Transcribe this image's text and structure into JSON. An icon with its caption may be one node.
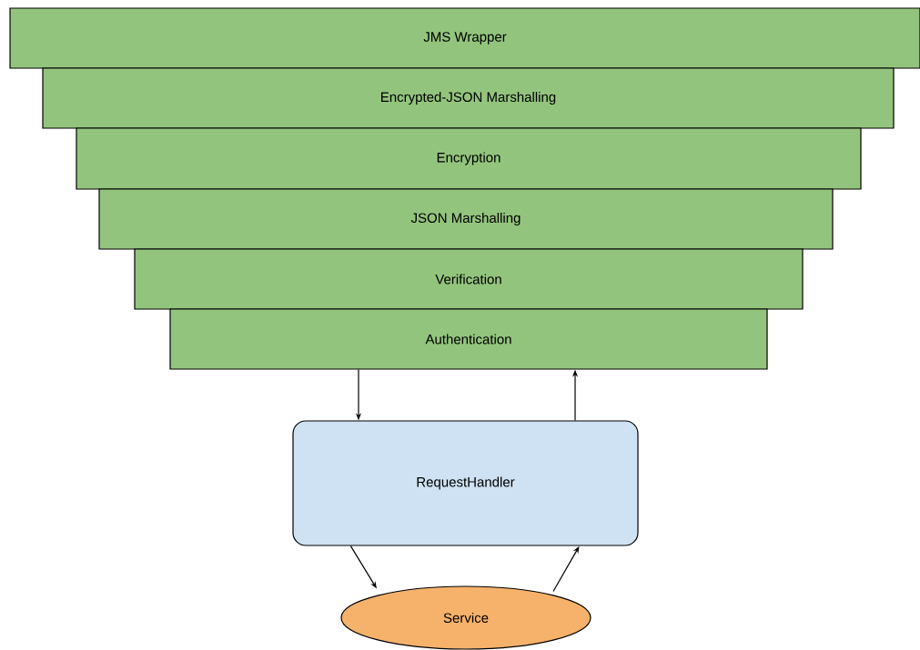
{
  "diagram": {
    "nodes": [
      {
        "text": [
          "JMS Wrapper"
        ]
      },
      {
        "text": [
          "Encrypted-JSON Marshalling"
        ]
      },
      {
        "text": [
          "Encryption"
        ]
      },
      {
        "text": [
          "JSON Marshalling"
        ]
      },
      {
        "text": [
          "Verification"
        ]
      },
      {
        "text": [
          "Authentication"
        ]
      },
      {
        "text": [
          "RequestHandler"
        ]
      },
      {
        "text": [
          "Service"
        ]
      }
    ],
    "edges": [
      {
        "from": 5,
        "to": 6,
        "arrow": "to"
      },
      {
        "from": 6,
        "to": 5,
        "arrow": "to"
      },
      {
        "from": 6,
        "to": 7,
        "arrow": "to"
      },
      {
        "from": 7,
        "to": 6,
        "arrow": "to"
      }
    ]
  }
}
